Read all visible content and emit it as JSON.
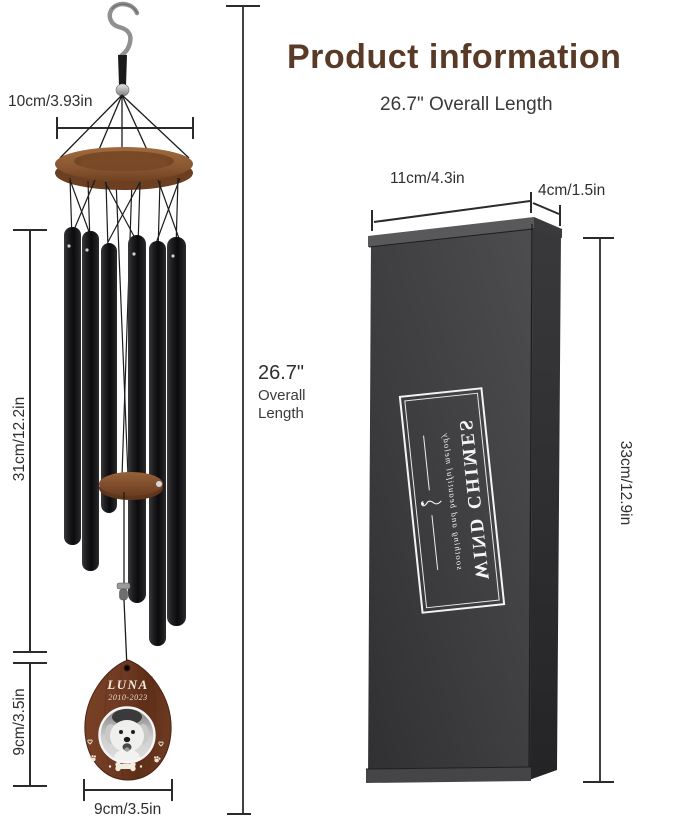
{
  "header": {
    "title": "Product information",
    "subtitle": "26.7\" Overall Length"
  },
  "dimensions": {
    "hanger_width": "10cm/3.93in",
    "tube_length": "31cm/12.2in",
    "catcher_height": "9cm/3.5in",
    "catcher_width": "9cm/3.5in",
    "overall_value": "26.7\"",
    "overall_word1": "Overall",
    "overall_word2": "Length",
    "box_width": "11cm/4.3in",
    "box_depth": "4cm/1.5in",
    "box_height": "33cm/12.9in"
  },
  "pendant": {
    "name": "LUNA",
    "years": "2010-2023"
  },
  "box_label": {
    "title": "WIND CHIMES",
    "subtitle": "soothing and beautiful melody"
  },
  "colors": {
    "title_brown": "#583a26",
    "dim_line": "#2b2b2b",
    "ring_wood": "#8a5632",
    "pendant_wood": "#6f3a23",
    "tube_black": "#141416",
    "box_front": "#414143",
    "box_side": "#2c2c2e",
    "label_white": "#f5f5f5"
  }
}
